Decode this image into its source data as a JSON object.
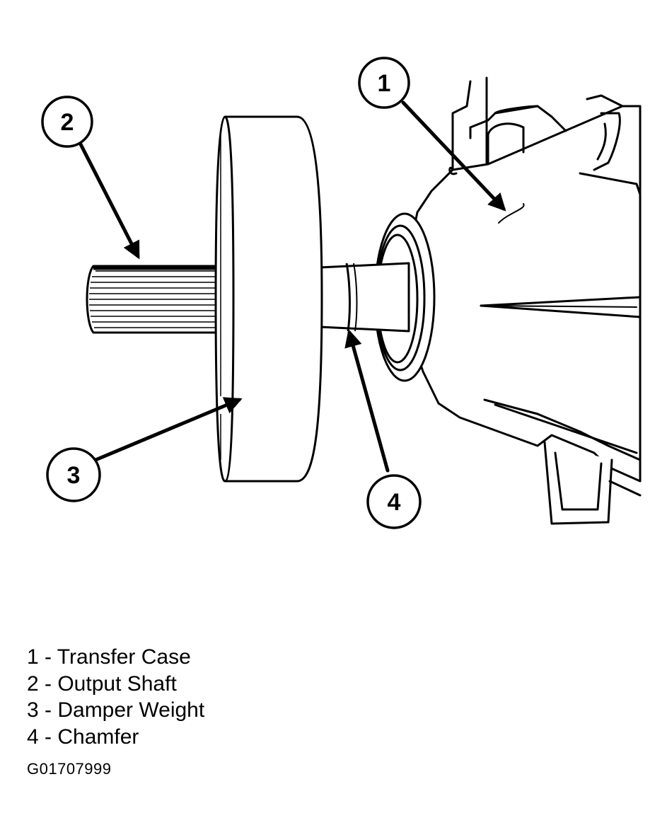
{
  "callouts": [
    {
      "number": "1",
      "part": "transfer-case"
    },
    {
      "number": "2",
      "part": "output-shaft"
    },
    {
      "number": "3",
      "part": "damper-weight"
    },
    {
      "number": "4",
      "part": "chamfer"
    }
  ],
  "legend": [
    {
      "number": "1",
      "separator": "-",
      "label": "Transfer Case",
      "text": "1 - Transfer Case"
    },
    {
      "number": "2",
      "separator": "-",
      "label": "Output Shaft",
      "text": "2 - Output Shaft"
    },
    {
      "number": "3",
      "separator": "-",
      "label": "Damper Weight",
      "text": "3 - Damper Weight"
    },
    {
      "number": "4",
      "separator": "-",
      "label": "Chamfer",
      "text": "4 - Chamfer"
    }
  ],
  "figure_code": "G01707999",
  "colors": {
    "line": "#000000",
    "background": "#ffffff"
  }
}
